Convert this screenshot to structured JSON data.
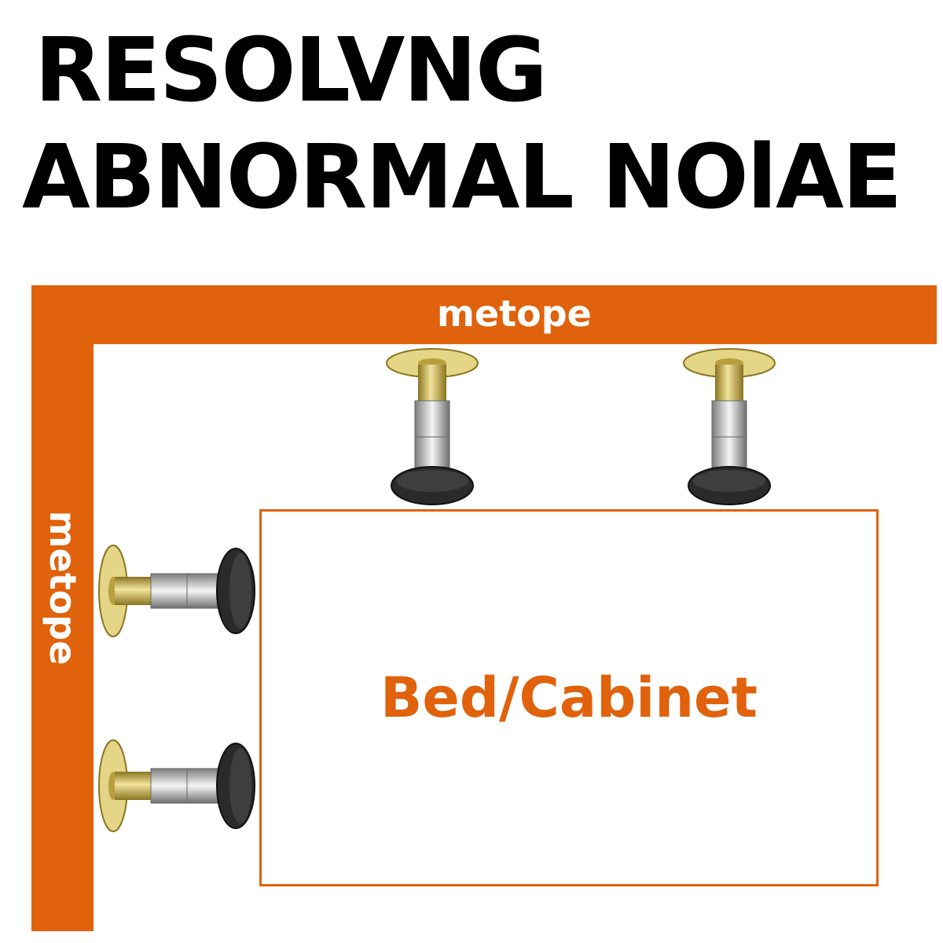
{
  "headline": {
    "line1": "RESOLVNG",
    "line2": "ABNORMAL NOlAE"
  },
  "labels": {
    "top_wall": "metope",
    "left_wall": "metope",
    "furniture": "Bed/Cabinet"
  },
  "colors": {
    "wall": "#e0620c",
    "text": "#000000",
    "background": "#ffffff"
  },
  "icons": [
    "stopper-icon-top-1",
    "stopper-icon-top-2",
    "stopper-icon-left-1",
    "stopper-icon-left-2"
  ]
}
